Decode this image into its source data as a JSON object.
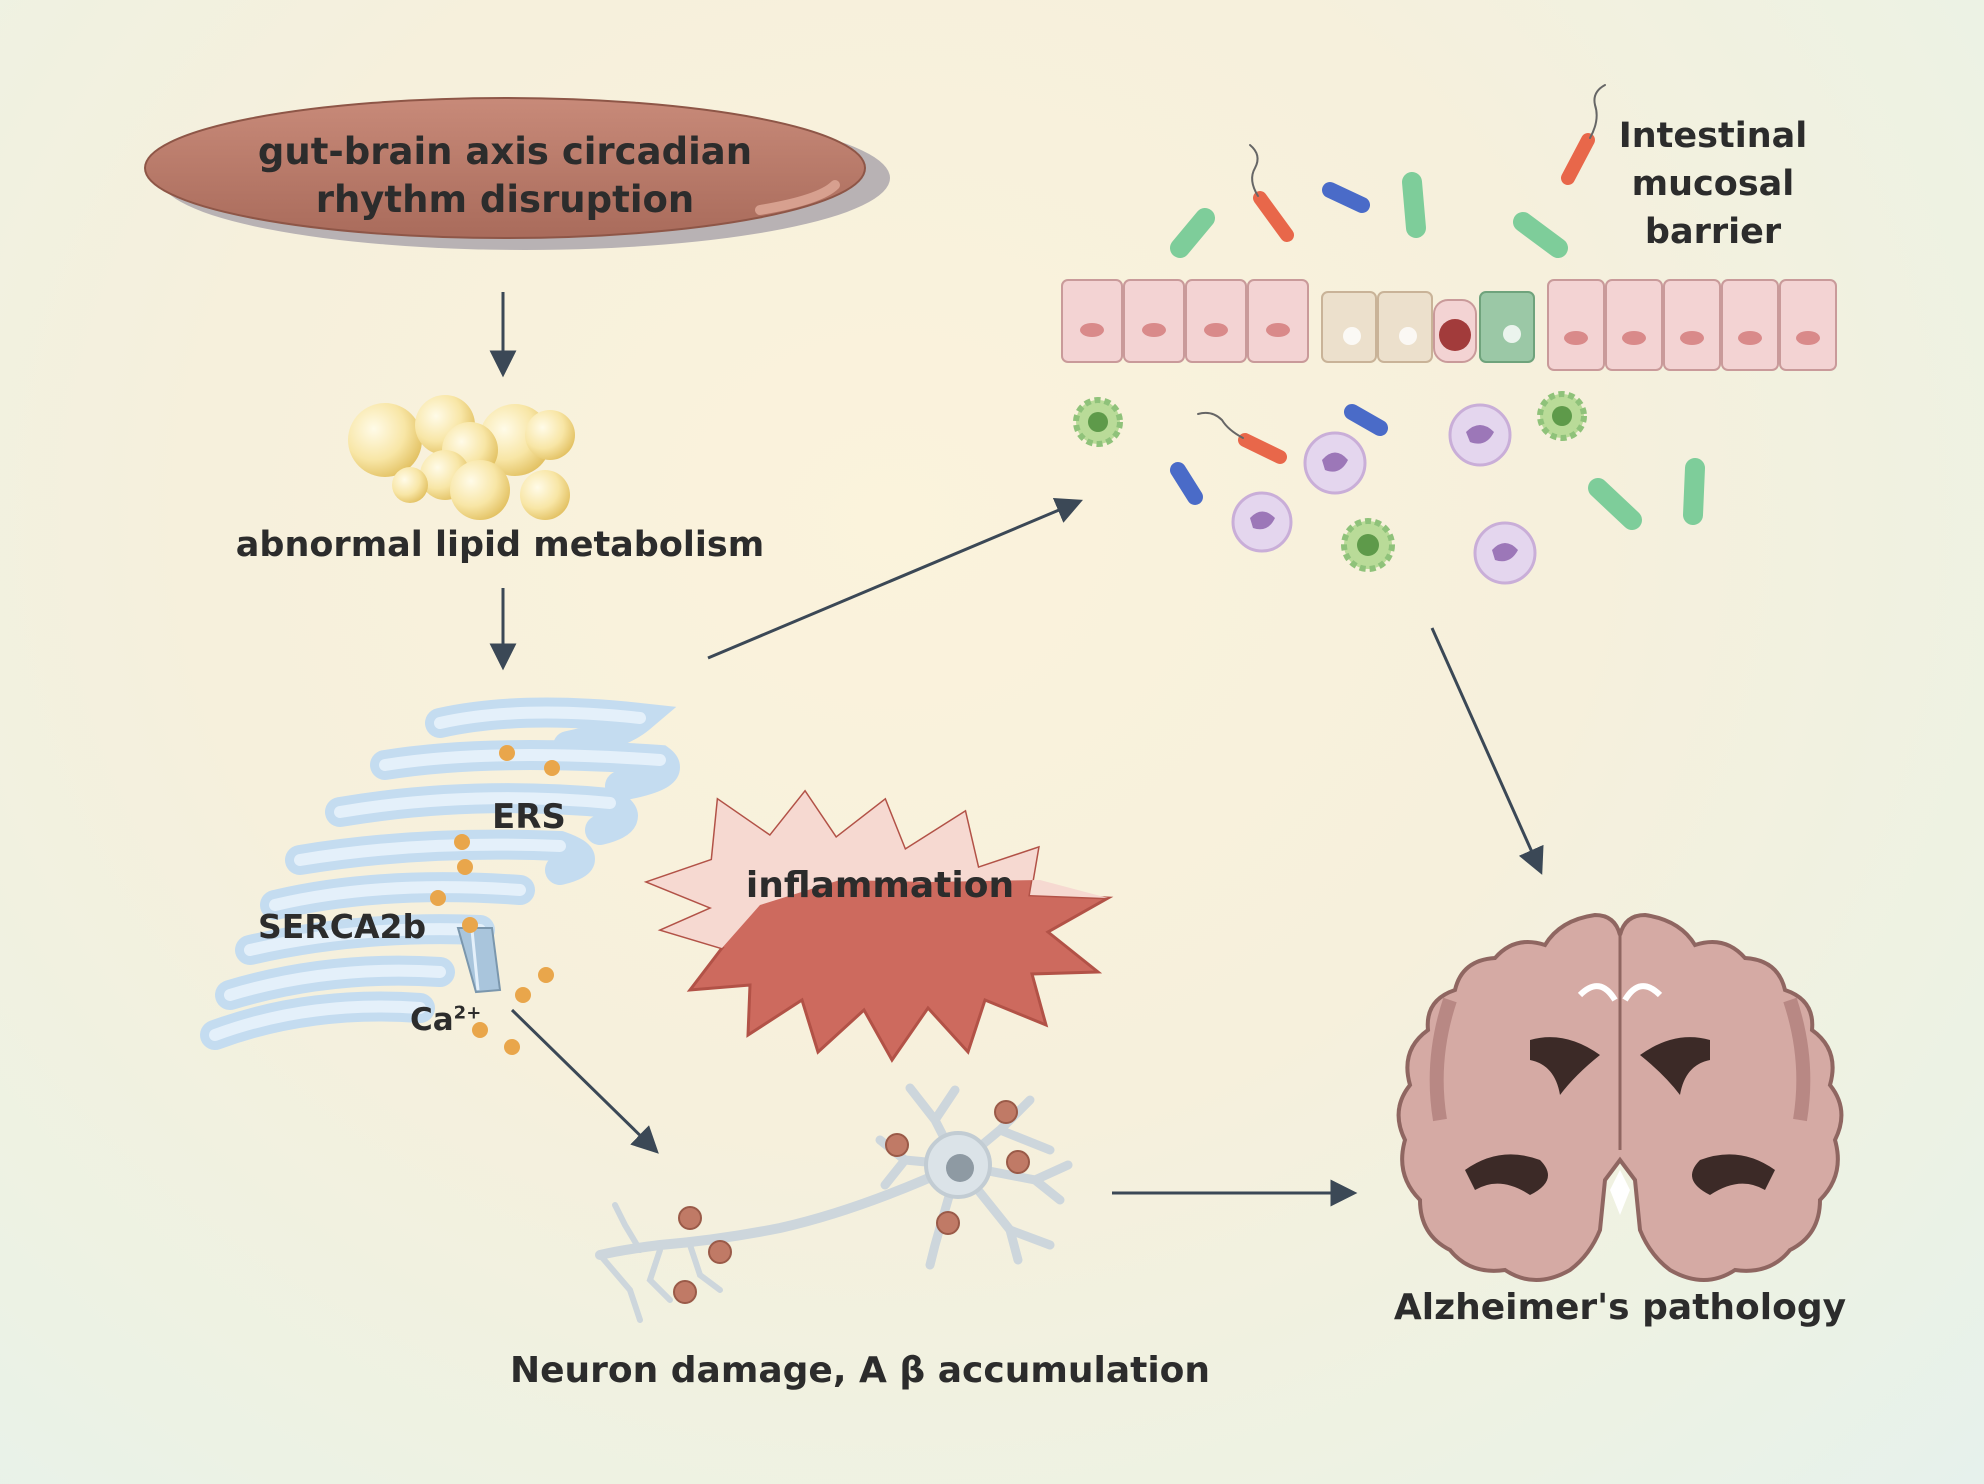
{
  "labels": {
    "trigger": "gut-brain axis circadian rhythm disruption",
    "lipid": "abnormal lipid metabolism",
    "ers": "ERS",
    "serca": "SERCA2b",
    "calcium": "Ca",
    "calcium_sup": "2+",
    "inflammation": "inflammation",
    "barrier": "Intestinal mucosal barrier",
    "neuron": "Neuron damage, A β accumulation",
    "alzheimer": "Alzheimer's pathology"
  },
  "colors": {
    "arrow": "#3b4856",
    "ellipse": "#b47766",
    "burst_light": "#f6d9d1",
    "burst_dark": "#cd6a5e",
    "er_membrane": "#cfe3f4",
    "calcium_dot": "#e9a64b",
    "epithelium": "#f3d3d3",
    "brain": "#d5aaa4",
    "neuron": "#d3dbe1",
    "bacteria_green": "#7ecd9a",
    "bacteria_blue": "#4a6bc8",
    "bacteria_orange": "#e8674a",
    "immune_purple": "#c9aed8",
    "immune_green": "#8fc27a"
  }
}
